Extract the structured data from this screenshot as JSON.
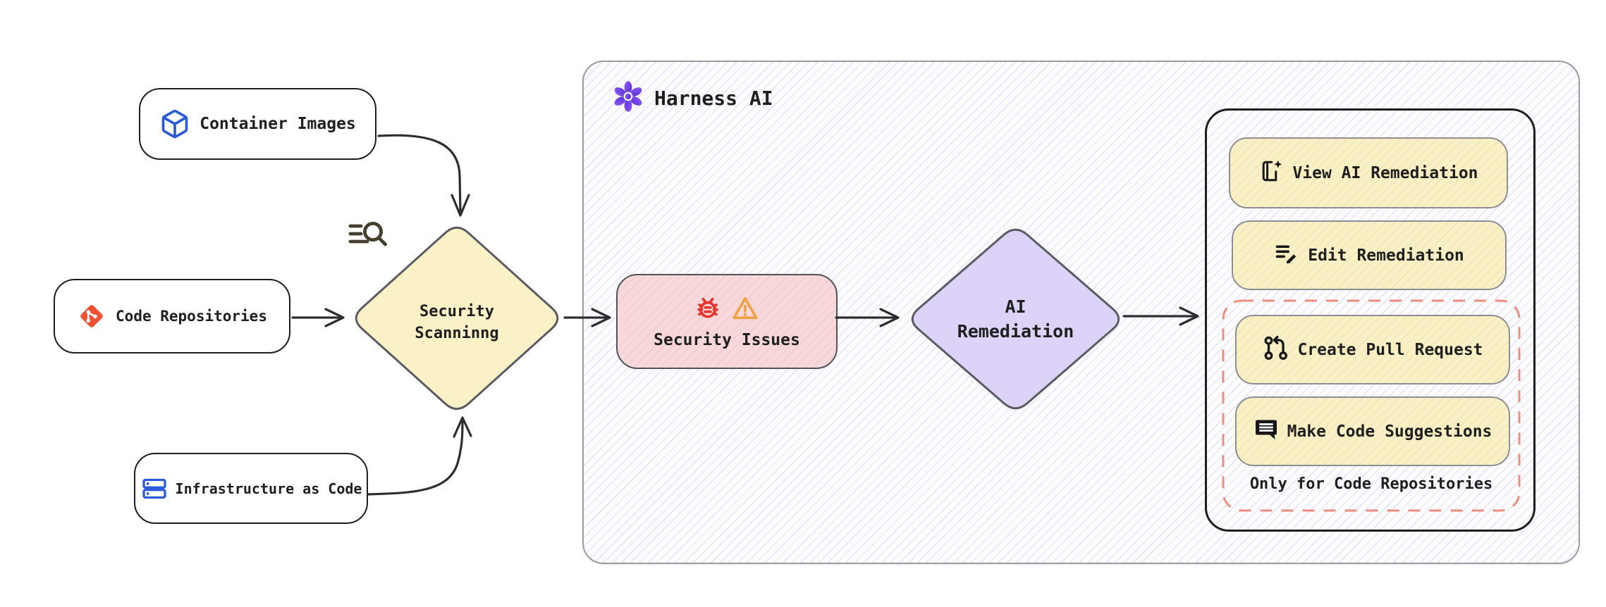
{
  "diagram": {
    "type": "flowchart",
    "background": "#ffffff",
    "edges": [
      {
        "from": "container-images",
        "to": "security-scanning"
      },
      {
        "from": "code-repositories",
        "to": "security-scanning"
      },
      {
        "from": "infrastructure-as-code",
        "to": "security-scanning"
      },
      {
        "from": "security-scanning",
        "to": "security-issues"
      },
      {
        "from": "security-issues",
        "to": "ai-remediation"
      },
      {
        "from": "ai-remediation",
        "to": "remediation-actions"
      }
    ]
  },
  "sources": [
    {
      "id": "container-images",
      "label": "Container Images",
      "icon": "cube-icon",
      "icon_color": "#2d5bd8"
    },
    {
      "id": "code-repositories",
      "label": "Code Repositories",
      "icon": "git-icon",
      "icon_color": "#f05133"
    },
    {
      "id": "infrastructure-as-code",
      "label": "Infrastructure as Code",
      "icon": "server-stack-icon",
      "icon_color": "#2d5bd8"
    }
  ],
  "scanning": {
    "label_line1": "Security",
    "label_line2": "Scanninng",
    "icon": "search-list-icon",
    "fill": "#fbf1c7",
    "border": "#5b5b63"
  },
  "harness": {
    "title": "Harness AI",
    "icon": "harness-flower-icon",
    "accent": "#6d3bf5",
    "hatch_color": "#8d7eeb"
  },
  "issues": {
    "label": "Security Issues",
    "icons": [
      "bug-icon",
      "warning-icon"
    ],
    "fill": "#f8d8da",
    "bug_color": "#e8342a",
    "warning_color": "#efa143"
  },
  "remediation": {
    "label_line1": "AI",
    "label_line2": "Remediation",
    "fill": "#ddd3f8",
    "border": "#5b5b63"
  },
  "actions": {
    "buttons": [
      {
        "id": "view-ai-remediation",
        "label": "View AI Remediation",
        "icon": "book-sparkle-icon"
      },
      {
        "id": "edit-remediation",
        "label": "Edit Remediation",
        "icon": "list-pencil-icon"
      }
    ],
    "repo_only_buttons": [
      {
        "id": "create-pull-request",
        "label": "Create Pull Request",
        "icon": "pull-request-icon"
      },
      {
        "id": "make-code-suggestions",
        "label": "Make Code Suggestions",
        "icon": "comment-lines-icon"
      }
    ],
    "repo_only_note": "Only for Code Repositories",
    "button_fill": "#faf0c5",
    "dashed_border_color": "#ef8e7e"
  }
}
